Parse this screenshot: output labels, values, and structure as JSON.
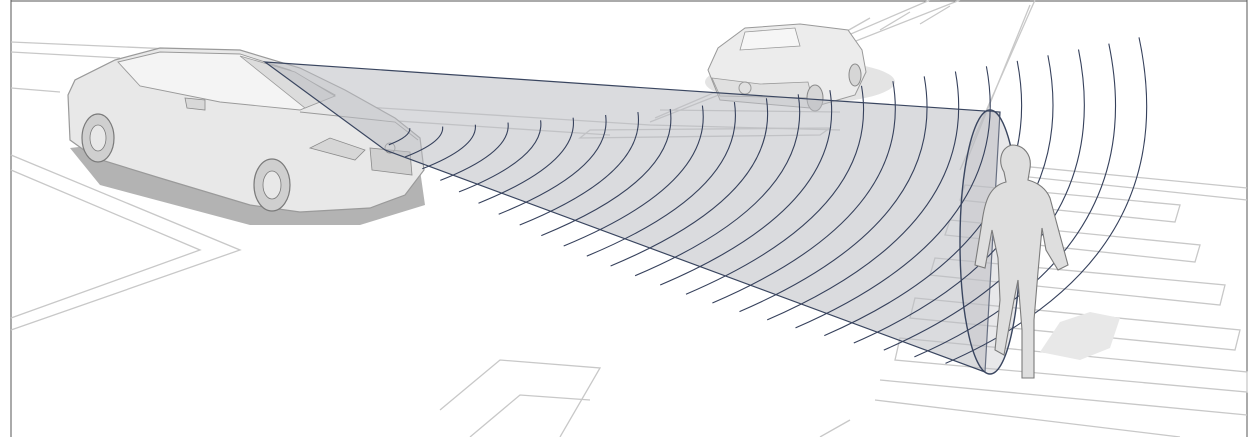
{
  "scene": {
    "subject": "vehicle-sensor-scene",
    "elements": [
      "road-lines",
      "crosswalk",
      "ego-car",
      "oncoming-car",
      "pedestrian",
      "sensor-cone",
      "radar-arcs"
    ]
  },
  "colors": {
    "background": "#ffffff",
    "road_line": "#c8c8c8",
    "car_body": "#e6e6e6",
    "car_line": "#9a9a9a",
    "car_shadow": "#a6a6a6",
    "cone_fill": "#bcbdc2",
    "cone_edge": "#3a4660",
    "radar_arc": "#36415c",
    "pedestrian": "#dedede",
    "pedestrian_outline": "#7b7b7b",
    "frame": "#555555"
  }
}
